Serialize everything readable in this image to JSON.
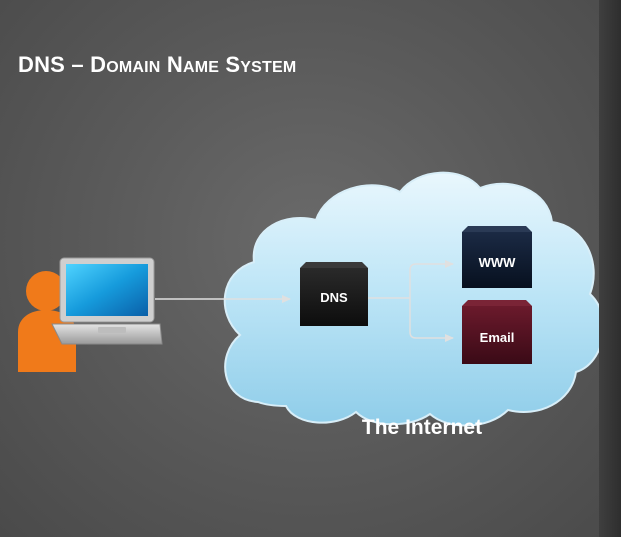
{
  "slide": {
    "title": "DNS – Domain Name System",
    "title_parts": {
      "prefix": "DNS – ",
      "words": [
        {
          "initial": "D",
          "rest": "omain"
        },
        {
          "initial": "N",
          "rest": "ame"
        },
        {
          "initial": "S",
          "rest": "ystem"
        }
      ]
    }
  },
  "diagram": {
    "user_icon": "person-icon",
    "laptop_icon": "laptop-icon",
    "cloud_label": "The Internet",
    "nodes": {
      "dns": {
        "label": "DNS",
        "color": "#1a1a1a"
      },
      "www": {
        "label": "WWW",
        "color": "#0c1a2e"
      },
      "email": {
        "label": "Email",
        "color": "#4a1020"
      }
    },
    "colors": {
      "person": "#f07a1a",
      "cloud": "#bfe6f7",
      "arrow": "#dcdcdc",
      "title": "#ffffff"
    }
  }
}
